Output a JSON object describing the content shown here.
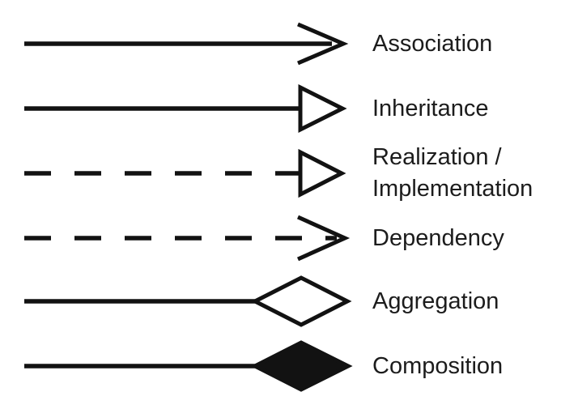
{
  "page": {
    "background_color": "#ffffff",
    "ink_color": "#121212",
    "title": "UML relationship arrow legend"
  },
  "legend": {
    "rows": [
      {
        "name": "association",
        "label": "Association",
        "line_style": "solid",
        "arrowhead": "open-arrow"
      },
      {
        "name": "inheritance",
        "label": "Inheritance",
        "line_style": "solid",
        "arrowhead": "hollow-triangle"
      },
      {
        "name": "realization-implementation",
        "label": "Realization / Implementation",
        "label_lines": [
          "Realization /",
          "Implementation"
        ],
        "line_style": "dashed",
        "arrowhead": "hollow-triangle"
      },
      {
        "name": "dependency",
        "label": "Dependency",
        "line_style": "dashed",
        "arrowhead": "open-arrow"
      },
      {
        "name": "aggregation",
        "label": "Aggregation",
        "line_style": "solid",
        "arrowhead": "hollow-diamond"
      },
      {
        "name": "composition",
        "label": "Composition",
        "line_style": "solid",
        "arrowhead": "filled-diamond"
      }
    ]
  }
}
